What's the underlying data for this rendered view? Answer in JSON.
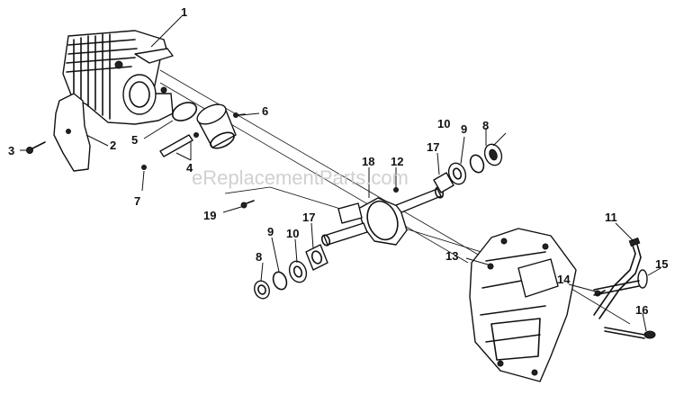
{
  "watermark": "eReplacementParts.com",
  "callouts": [
    {
      "id": "c1",
      "text": "1"
    },
    {
      "id": "c2",
      "text": "2"
    },
    {
      "id": "c3",
      "text": "3"
    },
    {
      "id": "c4",
      "text": "4"
    },
    {
      "id": "c5",
      "text": "5"
    },
    {
      "id": "c6",
      "text": "6"
    },
    {
      "id": "c7",
      "text": "7"
    },
    {
      "id": "c8a",
      "text": "8"
    },
    {
      "id": "c8b",
      "text": "8"
    },
    {
      "id": "c9a",
      "text": "9"
    },
    {
      "id": "c9b",
      "text": "9"
    },
    {
      "id": "c10a",
      "text": "10"
    },
    {
      "id": "c10b",
      "text": "10"
    },
    {
      "id": "c11",
      "text": "11"
    },
    {
      "id": "c12",
      "text": "12"
    },
    {
      "id": "c13",
      "text": "13"
    },
    {
      "id": "c14",
      "text": "14"
    },
    {
      "id": "c15",
      "text": "15"
    },
    {
      "id": "c16",
      "text": "16"
    },
    {
      "id": "c17a",
      "text": "17"
    },
    {
      "id": "c17b",
      "text": "17"
    },
    {
      "id": "c18",
      "text": "18"
    },
    {
      "id": "c19",
      "text": "19"
    }
  ]
}
